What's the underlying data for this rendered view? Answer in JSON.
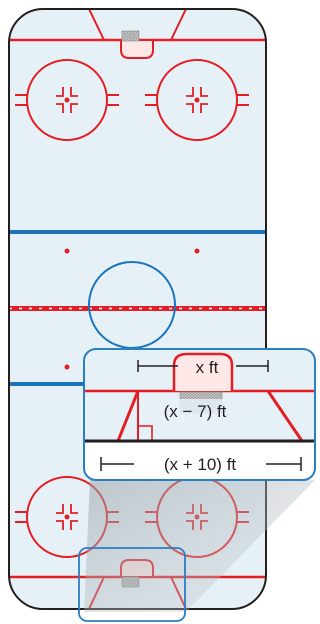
{
  "labels": {
    "top_width": "x ft",
    "height": "(x − 7) ft",
    "bottom_width": "(x + 10) ft"
  },
  "colors": {
    "ice": "#e6f1f7",
    "red": "#e31e24",
    "blue": "#1b75bc",
    "outline": "#231f20",
    "callout_border": "#2a7ec2",
    "goal_crease_fill": "#fde7e7"
  }
}
